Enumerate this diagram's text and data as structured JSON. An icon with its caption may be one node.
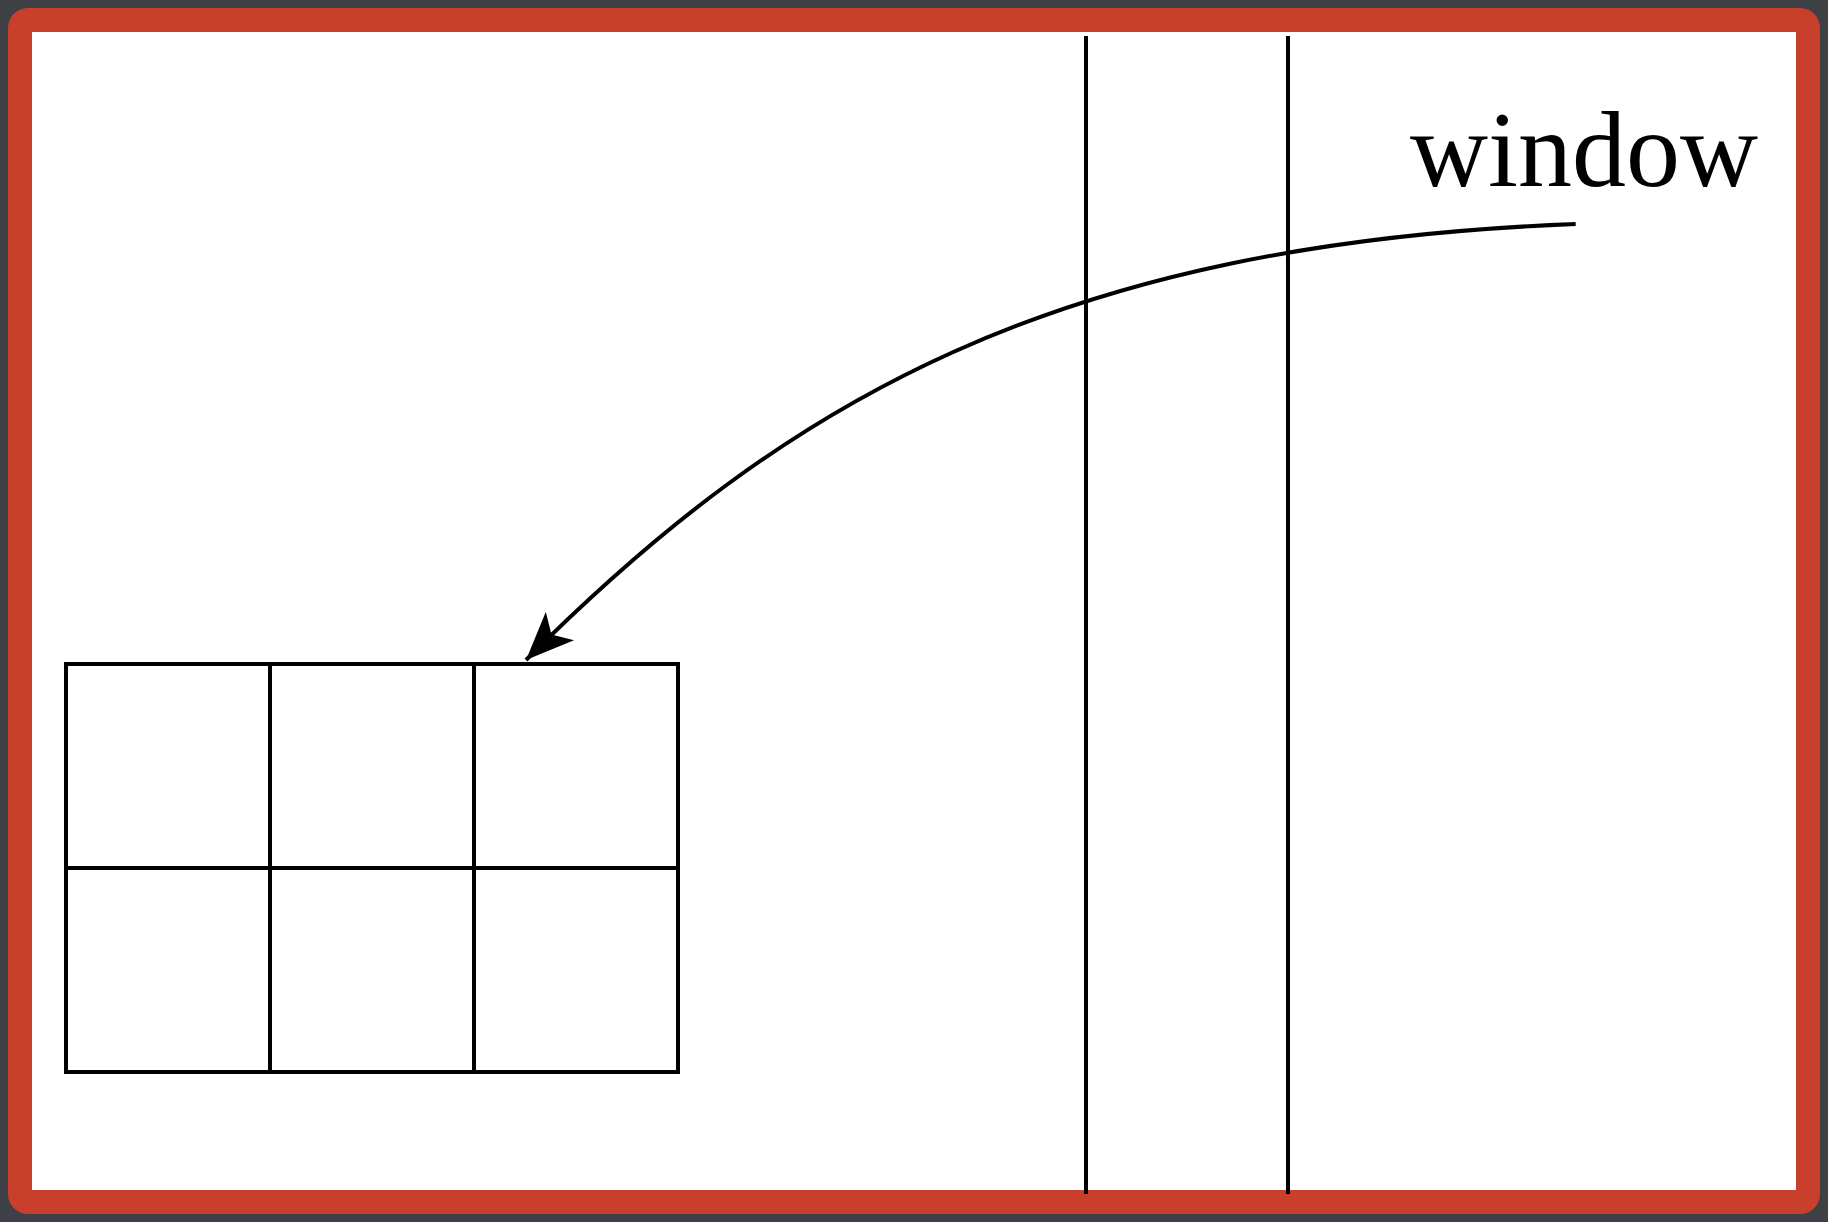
{
  "diagram": {
    "nodes": [
      {
        "text": [
          "window"
        ]
      },
      {
        "text": [],
        "shape": "grid"
      }
    ],
    "edges": [
      {
        "from": 0,
        "to": 1,
        "arrow": "to"
      }
    ]
  }
}
